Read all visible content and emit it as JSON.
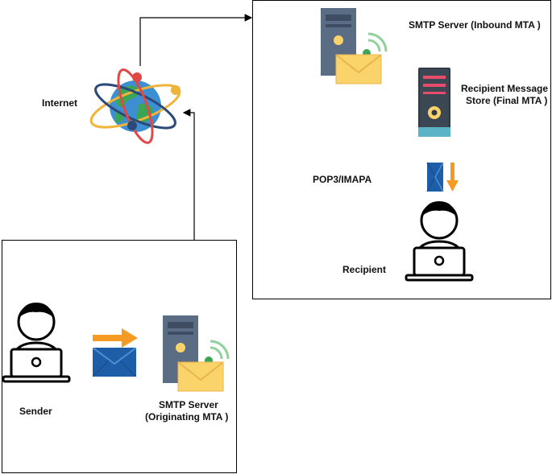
{
  "labels": {
    "internet": "Internet",
    "smtp_inbound": "SMTP Server (Inbound MTA )",
    "store_line1": "Recipient Message",
    "store_line2": "Store (Final MTA )",
    "pop3": "POP3/IMAPA",
    "recipient": "Recipient",
    "sender": "Sender",
    "smtp_orig_line1": "SMTP Server",
    "smtp_orig_line2": "(Originating MTA )"
  },
  "icons": {
    "globe": "globe-icon",
    "inbound_server": "server-mail-icon",
    "store_server": "tower-server-icon",
    "retrieval": "mail-download-icon",
    "recipient_user": "user-laptop-icon",
    "sender_user": "user-laptop-icon",
    "send_arrow": "arrow-right-icon",
    "envelope": "envelope-icon",
    "originating_server": "server-mail-icon"
  },
  "colors": {
    "server_body": "#5b6d84",
    "server_panel": "#3e4d61",
    "envelope_yellow": "#fbd36b",
    "envelope_blue": "#1e5ea8",
    "arrow_orange": "#f59a23",
    "tower_dark": "#2f3a45",
    "tower_accent": "#e94b6a",
    "globe_blue": "#3d8fd1",
    "globe_green": "#3aa655"
  }
}
